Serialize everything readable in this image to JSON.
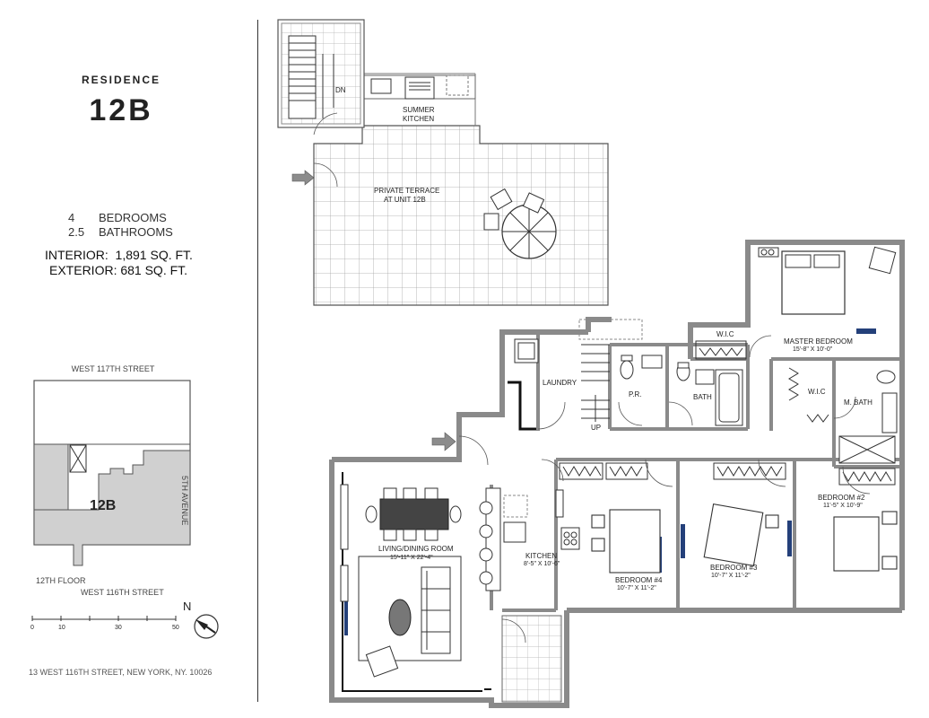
{
  "header": {
    "residence_label": "RESIDENCE",
    "unit_number": "12B"
  },
  "specs": {
    "bedrooms_count": "4",
    "bedrooms_label": "BEDROOMS",
    "bathrooms_count": "2.5",
    "bathrooms_label": "BATHROOMS",
    "interior": "INTERIOR:  1,891 SQ. FT.",
    "exterior": "EXTERIOR: 681 SQ. FT."
  },
  "key_plan": {
    "north_street": "WEST 117TH STREET",
    "south_street": "WEST 116TH STREET",
    "east_avenue": "5TH AVENUE",
    "floor_label": "12TH FLOOR",
    "unit_label": "12B"
  },
  "scale_bar": {
    "ticks": [
      "0",
      "10",
      "30",
      "50"
    ],
    "north_label": "N"
  },
  "address": "13 WEST 116TH STREET, NEW YORK,  NY. 10026",
  "rooms": {
    "dn": "DN",
    "summer_kitchen_1": "SUMMER",
    "summer_kitchen_2": "KITCHEN",
    "terrace_1": "PRIVATE TERRACE",
    "terrace_2": "AT UNIT 12B",
    "master_bedroom": "MASTER BEDROOM",
    "master_bedroom_dim": "15'-8\" X 10'-0\"",
    "wic_top": "W.I.C",
    "wic_master": "W.I.C",
    "master_bath": "M. BATH",
    "laundry": "LAUNDRY",
    "powder_room": "P.R.",
    "bath": "BATH",
    "up": "UP",
    "bedroom2": "BEDROOM #2",
    "bedroom2_dim": "11'-5\" X 10'-9\"",
    "bedroom3": "BEDROOM #3",
    "bedroom3_dim": "10'-7\" X 11'-2\"",
    "bedroom4": "BEDROOM #4",
    "bedroom4_dim": "10'-7\" X 11'-2\"",
    "kitchen": "KITCHEN",
    "kitchen_dim": "8'-5\" X 10'-6\"",
    "living": "LIVING/DINING ROOM",
    "living_dim": "15'-11\" X 22'-4\""
  },
  "colors": {
    "wall": "#8a8a8a",
    "wall_dark": "#111111",
    "grid": "#9a9a9a",
    "key_fill": "#d0d0d0",
    "accent_blue": "#24407a",
    "arrow": "#8c8c8c"
  }
}
